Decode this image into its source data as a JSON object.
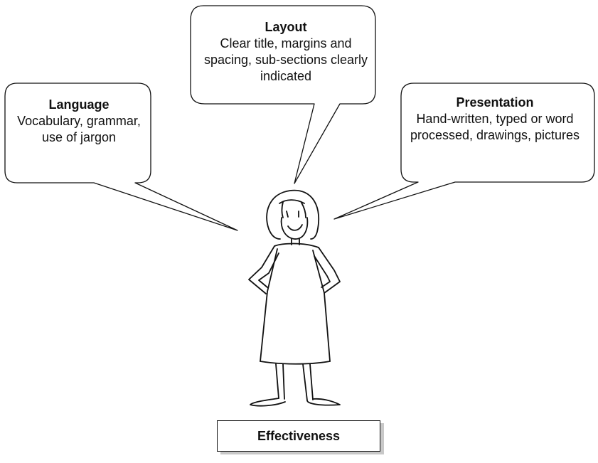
{
  "bubbles": {
    "layout": {
      "heading": "Layout",
      "body": "Clear title, margins and spacing, sub-sections clearly indicated"
    },
    "language": {
      "heading": "Language",
      "body": "Vocabulary, grammar, use of jargon"
    },
    "presentation": {
      "heading": "Presentation",
      "body": "Hand-written, typed or word processed, drawings, pictures"
    }
  },
  "caption": {
    "label": "Effectiveness"
  },
  "figure": {
    "icon": "woman-hands-on-hips-icon",
    "stroke_color": "#111111"
  },
  "colors": {
    "line": "#111111",
    "shadow": "#c8c8c8",
    "background": "#ffffff"
  }
}
